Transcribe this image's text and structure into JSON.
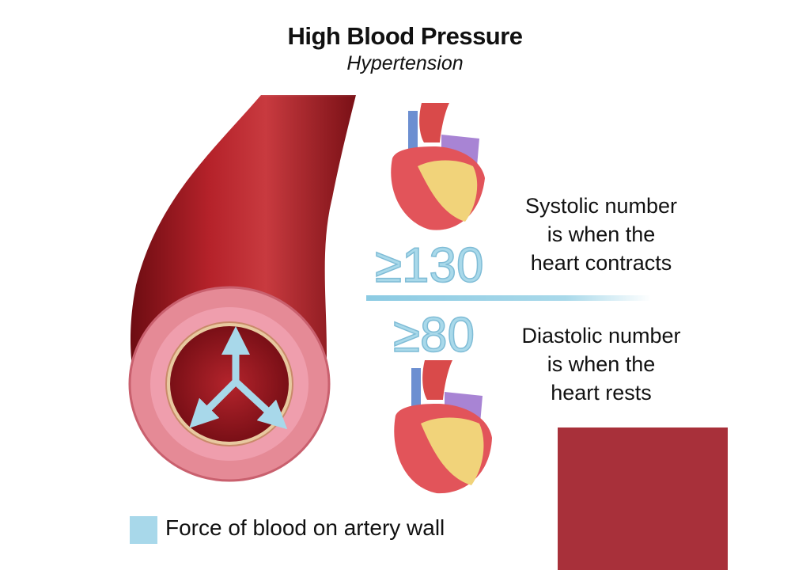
{
  "header": {
    "title": "High Blood Pressure",
    "subtitle": "Hypertension"
  },
  "systolic": {
    "value": "≥130",
    "description_lines": [
      "Systolic number",
      "is when the",
      "heart contracts"
    ]
  },
  "diastolic": {
    "value": "≥80",
    "description_lines": [
      "Diastolic number",
      "is when the",
      "heart rests"
    ]
  },
  "legend": {
    "label": "Force of blood on artery wall",
    "swatch_color": "#a8d8ea"
  },
  "colors": {
    "artery": "#a51c24",
    "accent_blue": "#a9d9ea",
    "block": "#a8303a"
  }
}
